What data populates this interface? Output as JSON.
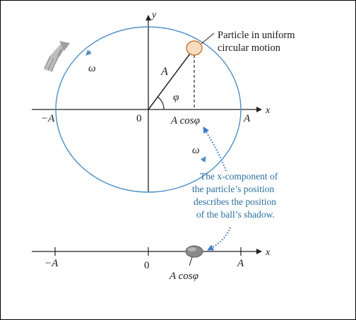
{
  "colors": {
    "circle": "#4d8ec4",
    "callout_text": "#2a6f9e",
    "axis": "#222222",
    "particle_fill": "#f6dcc0",
    "particle_stroke": "#c9772f",
    "shadow_fill": "#8a8a8a",
    "dotted_arrow": "#3d7cc9"
  },
  "upper": {
    "axis_y_label": "y",
    "axis_x_label": "x",
    "left_tick": "−A",
    "origin": "0",
    "right_tick": "A",
    "radius_label": "A",
    "angle_label": "φ",
    "projection_label": "A cosφ",
    "omega_label_left": "ω",
    "omega_label_right": "ω",
    "particle_label_line1": "Particle in uniform",
    "particle_label_line2": "circular motion"
  },
  "callout": {
    "line1": "The x-component of",
    "line2": "the particle’s position",
    "line3": "describes the position",
    "line4": "of the ball’s shadow."
  },
  "lower": {
    "axis_x_label": "x",
    "left_tick": "−A",
    "origin": "0",
    "right_tick": "A",
    "projection_label": "A cosφ"
  },
  "icons": {
    "rotation": "rotation-arrow-icon",
    "particle": "particle-dot-icon",
    "shadow": "shadow-ball-icon"
  }
}
